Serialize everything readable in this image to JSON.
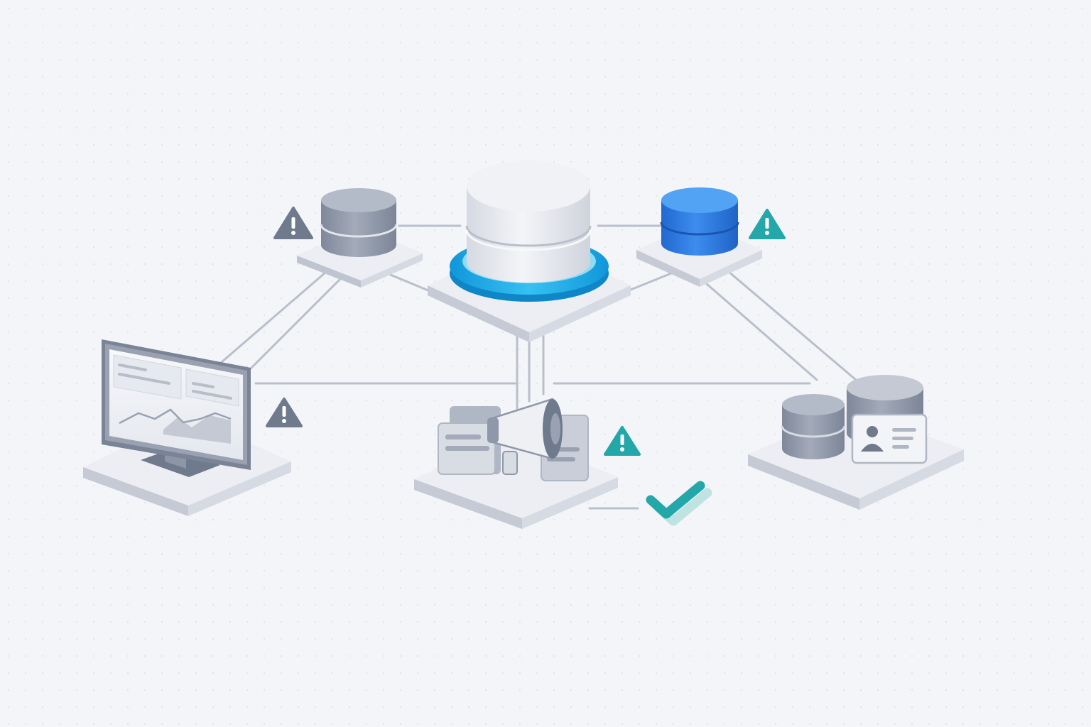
{
  "colors": {
    "background": "#f4f5f8",
    "platform_top": "#eceef3",
    "platform_side": "#c9ced8",
    "db_gray": "#8f98a9",
    "db_white": "#e3e6ec",
    "db_blue": "#2f7fe0",
    "ring_cyan": "#1ba9e6",
    "warning_gray": "#6f7a8c",
    "warning_teal": "#23a7a8",
    "check_teal": "#23a7a8",
    "connector": "#b9bfcb"
  },
  "nodes": [
    {
      "id": "central-database",
      "icon": "database-icon",
      "style": "white",
      "highlight": "cyan-ring"
    },
    {
      "id": "gray-database",
      "icon": "database-icon",
      "style": "gray",
      "status": "warning-gray"
    },
    {
      "id": "blue-database",
      "icon": "database-icon",
      "style": "blue",
      "status": "warning-teal"
    },
    {
      "id": "dashboard-monitor",
      "icon": "monitor-icon",
      "status": "warning-gray"
    },
    {
      "id": "marketing-campaigns",
      "icon": "megaphone-icon",
      "status": "warning-teal",
      "result": "check-icon"
    },
    {
      "id": "customer-records",
      "icon": "contact-card-icon",
      "extra_icons": [
        "database-icon",
        "database-icon"
      ]
    }
  ]
}
